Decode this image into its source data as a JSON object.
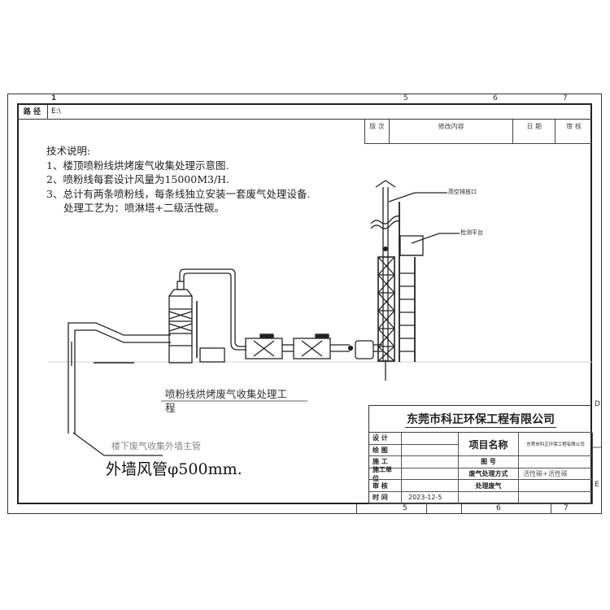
{
  "drawing": {
    "zone_top": [
      "1",
      "5",
      "6",
      "7"
    ],
    "zone_bottom": [
      "5",
      "6",
      "7"
    ],
    "zone_side": [
      "D",
      "E"
    ],
    "path_label": "路 径",
    "path_value": "E:\\",
    "revision_headers": [
      "版 次",
      "修改内容",
      "日 期",
      "审 核"
    ]
  },
  "notes": {
    "title": "技术说明:",
    "lines": [
      "1、楼顶喷粉线烘烤废气收集处理示意图.",
      "2、喷粉线每套设计风量为15000M3/H.",
      "3、总计有两条喷粉线，每条线独立安装一套废气处理设备.",
      "   处理工艺为：喷淋塔+二级活性碳。"
    ]
  },
  "diagram": {
    "callout_outlet": "高空排放口",
    "callout_platform": "检测平台",
    "project_caption_line1": "喷粉线烘烤废气收集处理工",
    "project_caption_line2": "程",
    "duct_note": "楼下废气收集外墙主管",
    "duct_size": "外墙风管φ500mm."
  },
  "title_block": {
    "company": "东莞市科正环保工程有限公司",
    "rows": [
      {
        "key": "设 计",
        "value": ""
      },
      {
        "key": "绘 图",
        "value": ""
      },
      {
        "key": "施 工",
        "value": ""
      },
      {
        "key": "施工单位",
        "value": ""
      },
      {
        "key": "审 核",
        "value": ""
      },
      {
        "key": "时 间",
        "value": "2023-12-5"
      }
    ],
    "project_name_label": "项目名称",
    "project_name_value": "东莞市科正环保工程有限公司",
    "drawing_no_label": "图 号",
    "drawing_no_value": "",
    "method_label": "废气处理方式",
    "method_value": "活性碳+活性碳",
    "treated_label": "处理废气",
    "treated_value": ""
  }
}
